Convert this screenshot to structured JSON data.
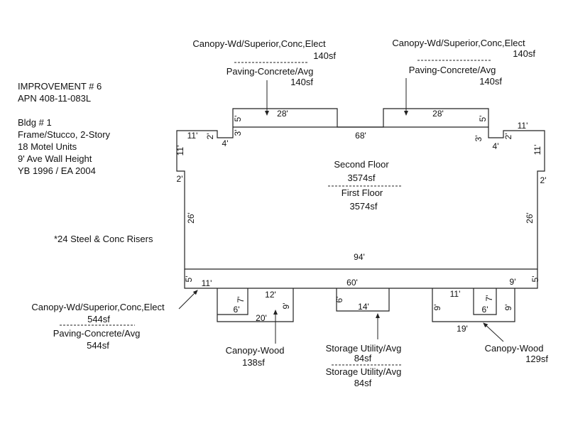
{
  "info": {
    "improvement": "IMPROVEMENT # 6",
    "apn": "APN 408-11-083L",
    "bldg": "Bldg # 1",
    "construction": "Frame/Stucco, 2-Story",
    "units": "18 Motel Units",
    "wall_height": "9' Ave Wall Height",
    "year": "YB 1996 / EA 2004",
    "risers": "*24 Steel & Conc Risers"
  },
  "floors": {
    "second_label": "Second Floor",
    "second_area": "3574sf",
    "first_label": "First Floor",
    "first_area": "3574sf"
  },
  "labels": {
    "top_left": {
      "title": "Canopy-Wd/Superior,Conc,Elect",
      "area": "140sf",
      "sub": "Paving-Concrete/Avg",
      "sub_area": "140sf"
    },
    "top_right": {
      "title": "Canopy-Wd/Superior,Conc,Elect",
      "area": "140sf",
      "sub": "Paving-Concrete/Avg",
      "sub_area": "140sf"
    },
    "bottom_left": {
      "title": "Canopy-Wd/Superior,Conc,Elect",
      "area": "544sf",
      "sub": "Paving-Concrete/Avg",
      "sub_area": "544sf"
    },
    "canopy_wood_left": {
      "title": "Canopy-Wood",
      "area": "138sf"
    },
    "storage": {
      "title": "Storage Utility/Avg",
      "area": "84sf",
      "sub": "Storage Utility/Avg",
      "sub_area": "84sf"
    },
    "canopy_wood_right": {
      "title": "Canopy-Wood",
      "area": "129sf"
    }
  },
  "dimensions": {
    "top_canopy_left_width": "28'",
    "top_canopy_left_height": "5'",
    "top_canopy_right_width": "28'",
    "top_canopy_right_height": "5'",
    "top_middle": "68'",
    "notch_left_3": "3'",
    "notch_left_4": "4'",
    "notch_left_2": "2'",
    "notch_left_11": "11'",
    "notch_right_3": "3'",
    "notch_right_4": "4'",
    "notch_right_2": "2'",
    "notch_right_11": "11'",
    "left_11": "11'",
    "left_2": "2'",
    "left_26": "26'",
    "right_11": "11'",
    "right_2": "2'",
    "right_26": "26'",
    "main_width": "94'",
    "porch_left_5": "5'",
    "porch_left_11": "11'",
    "porch_middle_60": "60'",
    "porch_right_9": "9'",
    "porch_right_5": "5'",
    "cw_left_7": "7'",
    "cw_left_6": "6'",
    "cw_left_12": "12'",
    "cw_left_9": "9'",
    "cw_left_20": "20'",
    "storage_6": "6'",
    "storage_14": "14'",
    "cw_right_11": "11'",
    "cw_right_9_left": "9'",
    "cw_right_7": "7'",
    "cw_right_6": "6'",
    "cw_right_9_right": "9'",
    "cw_right_19": "19'"
  }
}
